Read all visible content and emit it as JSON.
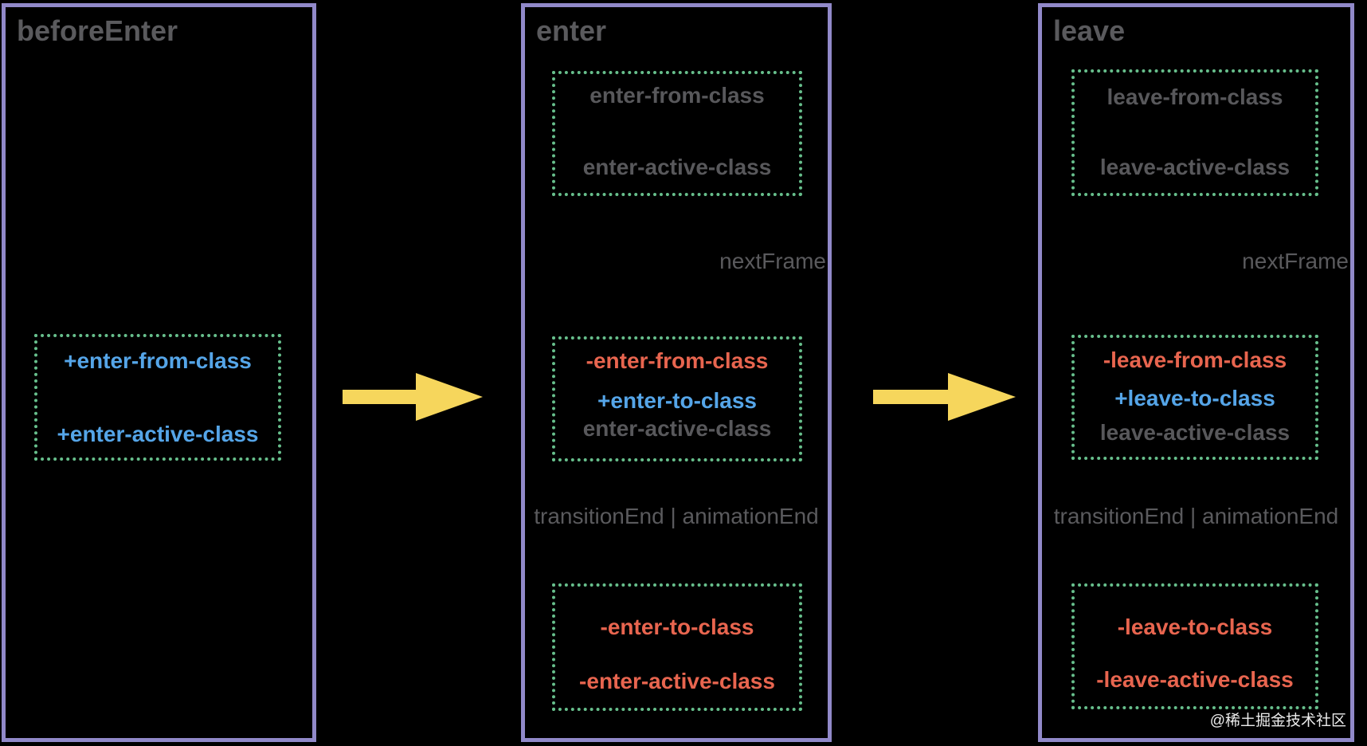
{
  "diagram_title": "transition-class-lifecycle",
  "colors": {
    "background": "#000000",
    "panel_border": "#9189C9",
    "box_border": "#67BF8C",
    "gray_text": "#58585B",
    "blue_added_text": "#55A5E8",
    "red_removed_text": "#E8654F",
    "arrow_yellow": "#F6D65C",
    "watermark_text": "#ECECEC"
  },
  "panels": [
    {
      "title": "beforeEnter",
      "box": {
        "lines": [
          {
            "text": "+enter-from-class",
            "color": "blue"
          },
          {
            "text": "+enter-active-class",
            "color": "blue"
          }
        ]
      }
    },
    {
      "title": "enter",
      "top_box": {
        "lines": [
          {
            "text": "enter-from-class",
            "color": "gray"
          },
          {
            "text": "enter-active-class",
            "color": "gray"
          }
        ]
      },
      "next_frame_label": "nextFrame",
      "mid_box": {
        "lines": [
          {
            "text": "-enter-from-class",
            "color": "red"
          },
          {
            "text": "+enter-to-class",
            "color": "blue"
          },
          {
            "text": "enter-active-class",
            "color": "gray"
          }
        ]
      },
      "end_label": "transitionEnd | animationEnd",
      "bottom_box": {
        "lines": [
          {
            "text": "-enter-to-class",
            "color": "red"
          },
          {
            "text": "-enter-active-class",
            "color": "red"
          }
        ]
      }
    },
    {
      "title": "leave",
      "top_box": {
        "lines": [
          {
            "text": "leave-from-class",
            "color": "gray"
          },
          {
            "text": "leave-active-class",
            "color": "gray"
          }
        ]
      },
      "next_frame_label": "nextFrame",
      "mid_box": {
        "lines": [
          {
            "text": "-leave-from-class",
            "color": "red"
          },
          {
            "text": "+leave-to-class",
            "color": "blue"
          },
          {
            "text": "leave-active-class",
            "color": "gray"
          }
        ]
      },
      "end_label": "transitionEnd | animationEnd",
      "bottom_box": {
        "lines": [
          {
            "text": "-leave-to-class",
            "color": "red"
          },
          {
            "text": "-leave-active-class",
            "color": "red"
          }
        ]
      }
    }
  ],
  "arrows": [
    {
      "name": "beforeEnter-to-enter",
      "direction": "right"
    },
    {
      "name": "enter-to-leave",
      "direction": "right"
    }
  ],
  "watermark": "@稀土掘金技术社区"
}
